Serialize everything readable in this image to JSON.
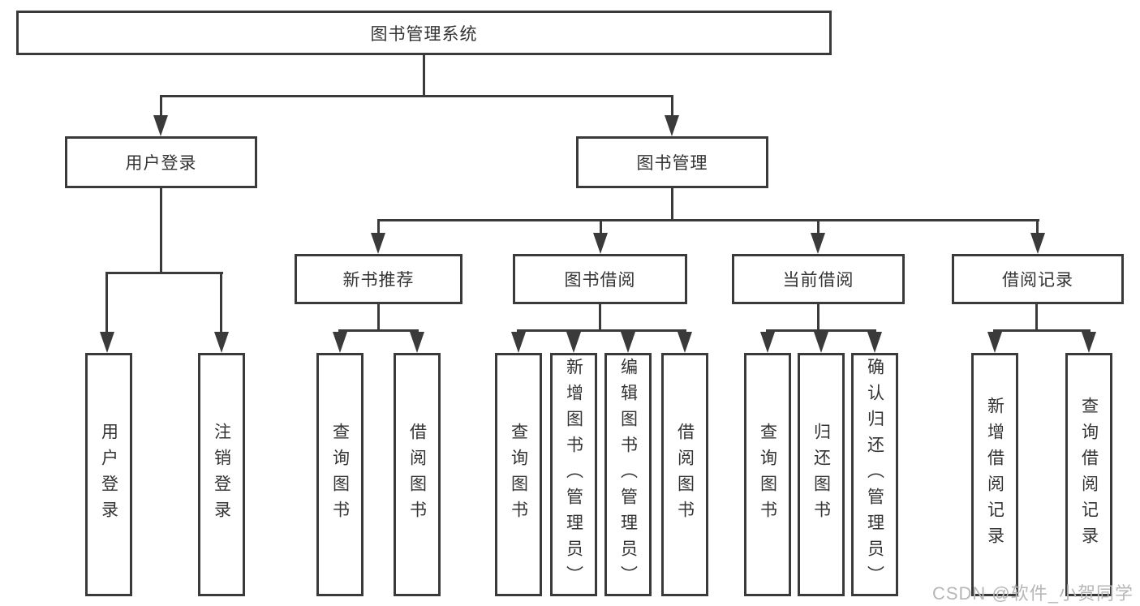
{
  "title": "图书管理系统",
  "watermark": "CSDN @软件_小贺同学",
  "colors": {
    "line": "#3a3a3a",
    "text": "#333333",
    "box_bg": "#ffffff",
    "watermark": "#b7b7b7"
  },
  "tree": {
    "label": "图书管理系统",
    "children": [
      {
        "label": "用户登录",
        "children": [
          {
            "label": "用户登录"
          },
          {
            "label": "注销登录"
          }
        ]
      },
      {
        "label": "图书管理",
        "children": [
          {
            "label": "新书推荐",
            "children": [
              {
                "label": "查询图书"
              },
              {
                "label": "借阅图书"
              }
            ]
          },
          {
            "label": "图书借阅",
            "children": [
              {
                "label": "查询图书"
              },
              {
                "label": "新增图书（管理员）"
              },
              {
                "label": "编辑图书（管理员）"
              },
              {
                "label": "借阅图书"
              }
            ]
          },
          {
            "label": "当前借阅",
            "children": [
              {
                "label": "查询图书"
              },
              {
                "label": "归还图书"
              },
              {
                "label": "确认归还（管理员）"
              }
            ]
          },
          {
            "label": "借阅记录",
            "children": [
              {
                "label": "新增借阅记录"
              },
              {
                "label": "查询借阅记录"
              }
            ]
          }
        ]
      }
    ]
  }
}
